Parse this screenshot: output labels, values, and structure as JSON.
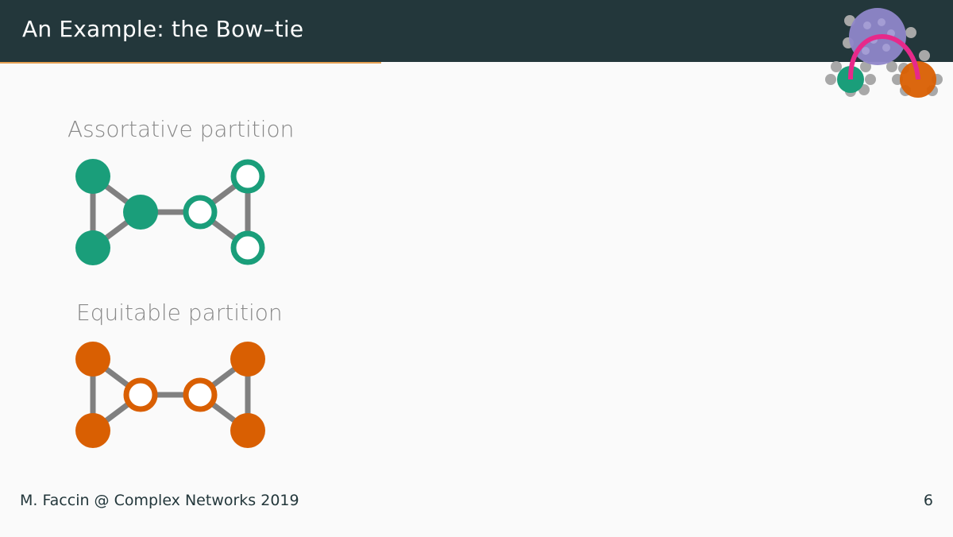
{
  "header": {
    "title": "An Example: the Bow–tie"
  },
  "assortative": {
    "label": "Assortative partition",
    "color": "#1a9e7a"
  },
  "equitable": {
    "label": "Equitable partition",
    "color": "#d95f02"
  },
  "footer": {
    "text": "M. Faccin @ Complex Networks 2019",
    "page": "6"
  },
  "colors": {
    "header_bg": "#23373b",
    "accent_rule": "#e5a052",
    "edge": "#808080",
    "logo_purple": "#8f86c9",
    "logo_magenta": "#e7298a",
    "logo_gray": "#a8a8a8"
  }
}
